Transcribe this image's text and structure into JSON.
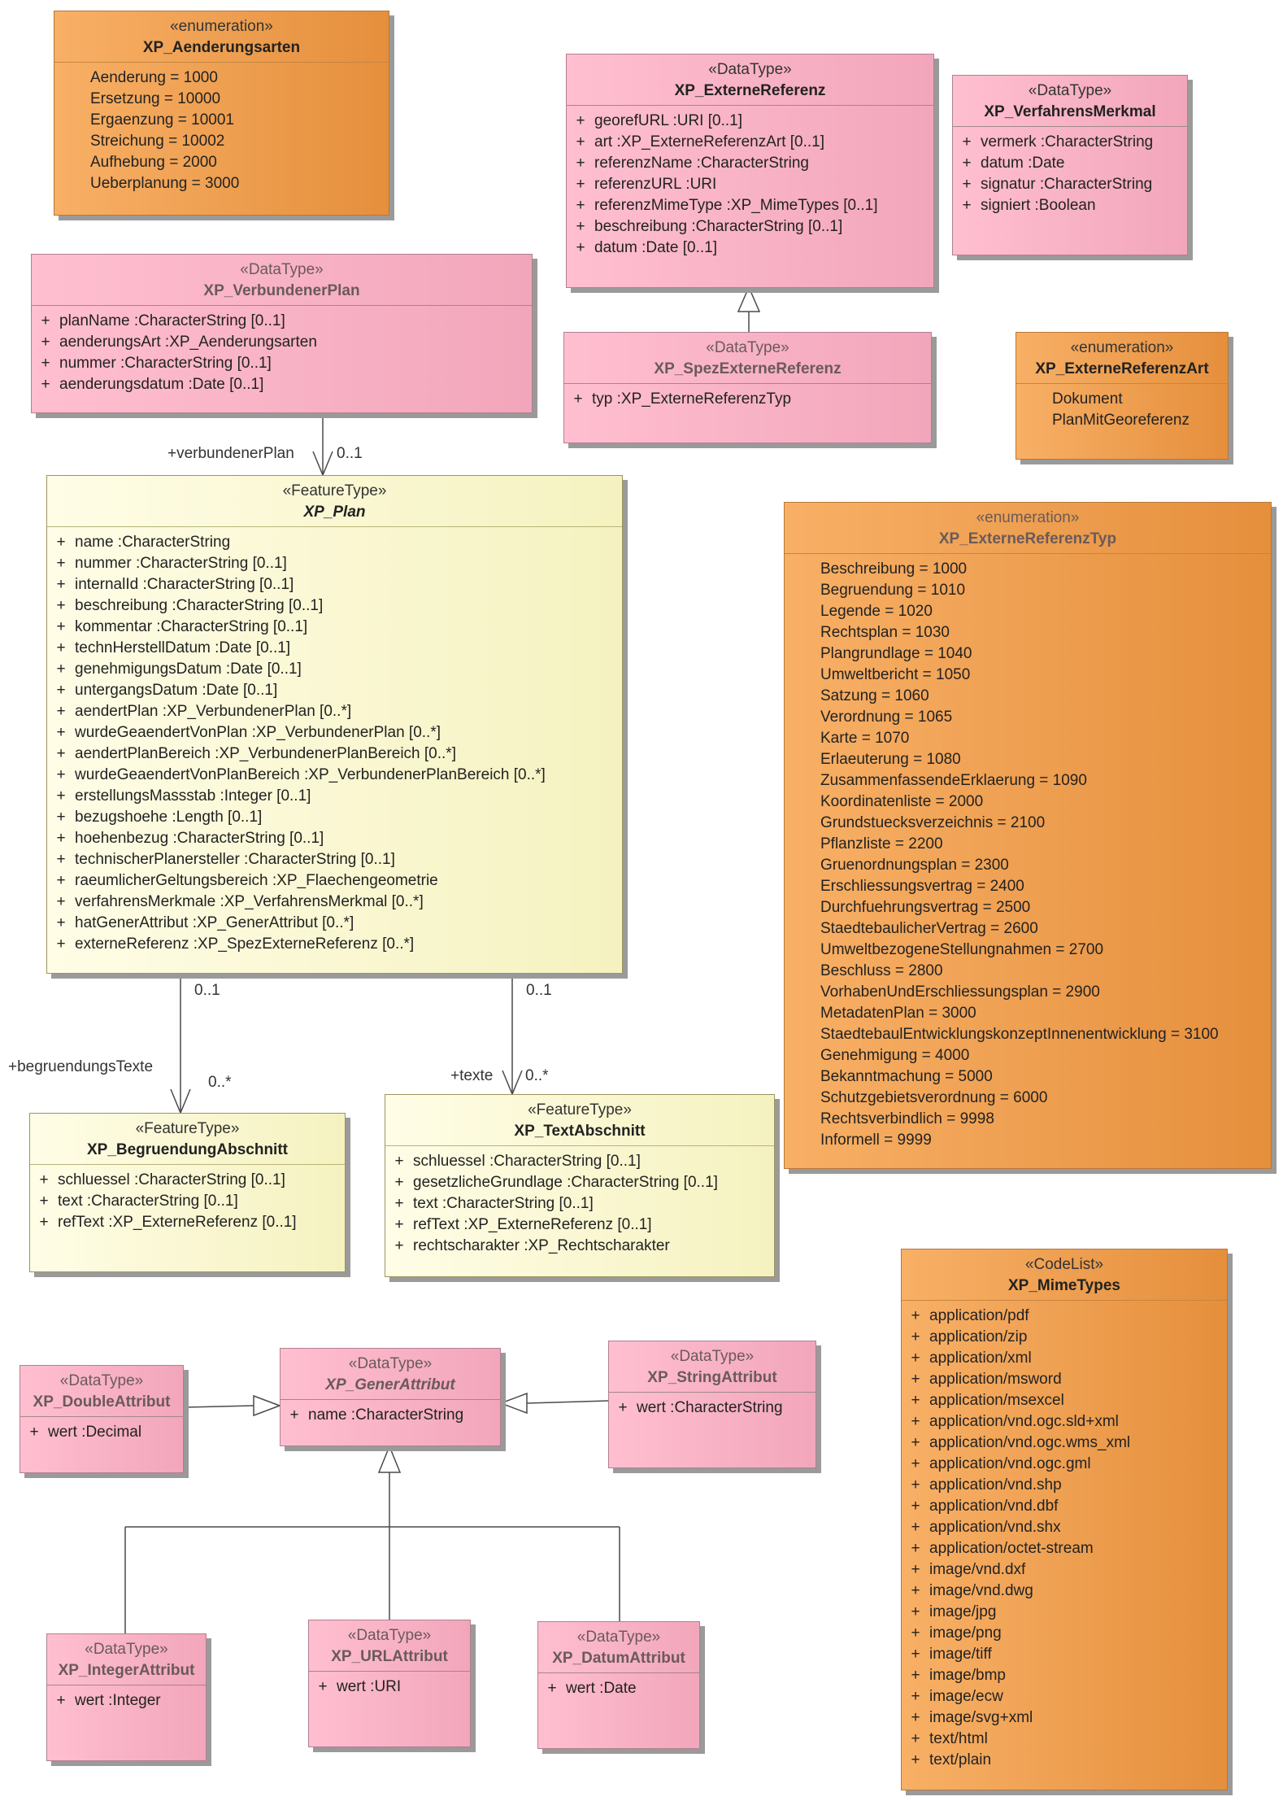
{
  "classes": {
    "aenderungsarten": {
      "stereotype": "«enumeration»",
      "name": "XP_Aenderungsarten",
      "literals": [
        "Aenderung = 1000",
        "Ersetzung = 10000",
        "Ergaenzung = 10001",
        "Streichung = 10002",
        "Aufhebung = 2000",
        "Ueberplanung = 3000"
      ]
    },
    "externeReferenz": {
      "stereotype": "«DataType»",
      "name": "XP_ExterneReferenz",
      "attributes": [
        {
          "vis": "+",
          "text": "georefURL  :URI [0..1]"
        },
        {
          "vis": "+",
          "text": "art  :XP_ExterneReferenzArt [0..1]"
        },
        {
          "vis": "+",
          "text": "referenzName  :CharacterString"
        },
        {
          "vis": "+",
          "text": "referenzURL  :URI"
        },
        {
          "vis": "+",
          "text": "referenzMimeType  :XP_MimeTypes [0..1]"
        },
        {
          "vis": "+",
          "text": "beschreibung  :CharacterString [0..1]"
        },
        {
          "vis": "+",
          "text": "datum  :Date [0..1]"
        }
      ]
    },
    "verfahrensMerkmal": {
      "stereotype": "«DataType»",
      "name": "XP_VerfahrensMerkmal",
      "attributes": [
        {
          "vis": "+",
          "text": "vermerk  :CharacterString"
        },
        {
          "vis": "+",
          "text": "datum  :Date"
        },
        {
          "vis": "+",
          "text": "signatur  :CharacterString"
        },
        {
          "vis": "+",
          "text": "signiert  :Boolean"
        }
      ]
    },
    "verbundenerPlan": {
      "stereotype": "«DataType»",
      "name": "XP_VerbundenerPlan",
      "attributes": [
        {
          "vis": "+",
          "text": "planName  :CharacterString [0..1]"
        },
        {
          "vis": "+",
          "text": "aenderungsArt  :XP_Aenderungsarten"
        },
        {
          "vis": "+",
          "text": "nummer  :CharacterString [0..1]"
        },
        {
          "vis": "+",
          "text": "aenderungsdatum  :Date [0..1]"
        }
      ]
    },
    "spezExterneReferenz": {
      "stereotype": "«DataType»",
      "name": "XP_SpezExterneReferenz",
      "attributes": [
        {
          "vis": "+",
          "text": "typ  :XP_ExterneReferenzTyp"
        }
      ]
    },
    "externeReferenzArt": {
      "stereotype": "«enumeration»",
      "name": "XP_ExterneReferenzArt",
      "literals": [
        "Dokument",
        "PlanMitGeoreferenz"
      ]
    },
    "plan": {
      "stereotype": "«FeatureType»",
      "name": "XP_Plan",
      "attributes": [
        {
          "vis": "+",
          "text": "name  :CharacterString"
        },
        {
          "vis": "+",
          "text": "nummer  :CharacterString [0..1]"
        },
        {
          "vis": "+",
          "text": "internalId  :CharacterString [0..1]"
        },
        {
          "vis": "+",
          "text": "beschreibung  :CharacterString [0..1]"
        },
        {
          "vis": "+",
          "text": "kommentar  :CharacterString [0..1]"
        },
        {
          "vis": "+",
          "text": "technHerstellDatum  :Date [0..1]"
        },
        {
          "vis": "+",
          "text": "genehmigungsDatum  :Date [0..1]"
        },
        {
          "vis": "+",
          "text": "untergangsDatum  :Date [0..1]"
        },
        {
          "vis": "+",
          "text": "aendertPlan  :XP_VerbundenerPlan [0..*]"
        },
        {
          "vis": "+",
          "text": "wurdeGeaendertVonPlan  :XP_VerbundenerPlan [0..*]"
        },
        {
          "vis": "+",
          "text": "aendertPlanBereich  :XP_VerbundenerPlanBereich [0..*]"
        },
        {
          "vis": "+",
          "text": "wurdeGeaendertVonPlanBereich  :XP_VerbundenerPlanBereich [0..*]"
        },
        {
          "vis": "+",
          "text": "erstellungsMassstab  :Integer [0..1]"
        },
        {
          "vis": "+",
          "text": "bezugshoehe  :Length [0..1]"
        },
        {
          "vis": "+",
          "text": "hoehenbezug  :CharacterString [0..1]"
        },
        {
          "vis": "+",
          "text": "technischerPlanersteller  :CharacterString [0..1]"
        },
        {
          "vis": "+",
          "text": "raeumlicherGeltungsbereich  :XP_Flaechengeometrie"
        },
        {
          "vis": "+",
          "text": "verfahrensMerkmale  :XP_VerfahrensMerkmal [0..*]"
        },
        {
          "vis": "+",
          "text": "hatGenerAttribut  :XP_GenerAttribut [0..*]"
        },
        {
          "vis": "+",
          "text": "externeReferenz  :XP_SpezExterneReferenz [0..*]"
        }
      ]
    },
    "externeReferenzTyp": {
      "stereotype": "«enumeration»",
      "name": "XP_ExterneReferenzTyp",
      "literals": [
        "Beschreibung = 1000",
        "Begruendung = 1010",
        "Legende = 1020",
        "Rechtsplan = 1030",
        "Plangrundlage = 1040",
        "Umweltbericht = 1050",
        "Satzung = 1060",
        "Verordnung = 1065",
        "Karte = 1070",
        "Erlaeuterung = 1080",
        "ZusammenfassendeErklaerung = 1090",
        "Koordinatenliste = 2000",
        "Grundstuecksverzeichnis = 2100",
        "Pflanzliste = 2200",
        "Gruenordnungsplan = 2300",
        "Erschliessungsvertrag = 2400",
        "Durchfuehrungsvertrag = 2500",
        "StaedtebaulicherVertrag = 2600",
        "UmweltbezogeneStellungnahmen = 2700",
        "Beschluss = 2800",
        "VorhabenUndErschliessungsplan = 2900",
        "MetadatenPlan = 3000",
        "StaedtebaulEntwicklungskonzeptInnenentwicklung = 3100",
        "Genehmigung = 4000",
        "Bekanntmachung = 5000",
        "Schutzgebietsverordnung = 6000",
        "Rechtsverbindlich = 9998",
        "Informell = 9999"
      ]
    },
    "begruendungAbschnitt": {
      "stereotype": "«FeatureType»",
      "name": "XP_BegruendungAbschnitt",
      "attributes": [
        {
          "vis": "+",
          "text": "schluessel  :CharacterString [0..1]"
        },
        {
          "vis": "+",
          "text": "text  :CharacterString [0..1]"
        },
        {
          "vis": "+",
          "text": "refText  :XP_ExterneReferenz [0..1]"
        }
      ]
    },
    "textAbschnitt": {
      "stereotype": "«FeatureType»",
      "name": "XP_TextAbschnitt",
      "attributes": [
        {
          "vis": "+",
          "text": "schluessel  :CharacterString [0..1]"
        },
        {
          "vis": "+",
          "text": "gesetzlicheGrundlage  :CharacterString [0..1]"
        },
        {
          "vis": "+",
          "text": "text  :CharacterString [0..1]"
        },
        {
          "vis": "+",
          "text": "refText  :XP_ExterneReferenz [0..1]"
        },
        {
          "vis": "+",
          "text": "rechtscharakter  :XP_Rechtscharakter"
        }
      ]
    },
    "mimeTypes": {
      "stereotype": "«CodeList»",
      "name": "XP_MimeTypes",
      "attributes": [
        {
          "vis": "+",
          "text": "application/pdf"
        },
        {
          "vis": "+",
          "text": "application/zip"
        },
        {
          "vis": "+",
          "text": "application/xml"
        },
        {
          "vis": "+",
          "text": "application/msword"
        },
        {
          "vis": "+",
          "text": "application/msexcel"
        },
        {
          "vis": "+",
          "text": "application/vnd.ogc.sld+xml"
        },
        {
          "vis": "+",
          "text": "application/vnd.ogc.wms_xml"
        },
        {
          "vis": "+",
          "text": "application/vnd.ogc.gml"
        },
        {
          "vis": "+",
          "text": "application/vnd.shp"
        },
        {
          "vis": "+",
          "text": "application/vnd.dbf"
        },
        {
          "vis": "+",
          "text": "application/vnd.shx"
        },
        {
          "vis": "+",
          "text": "application/octet-stream"
        },
        {
          "vis": "+",
          "text": "image/vnd.dxf"
        },
        {
          "vis": "+",
          "text": "image/vnd.dwg"
        },
        {
          "vis": "+",
          "text": "image/jpg"
        },
        {
          "vis": "+",
          "text": "image/png"
        },
        {
          "vis": "+",
          "text": "image/tiff"
        },
        {
          "vis": "+",
          "text": "image/bmp"
        },
        {
          "vis": "+",
          "text": "image/ecw"
        },
        {
          "vis": "+",
          "text": "image/svg+xml"
        },
        {
          "vis": "+",
          "text": "text/html"
        },
        {
          "vis": "+",
          "text": "text/plain"
        }
      ]
    },
    "doubleAttribut": {
      "stereotype": "«DataType»",
      "name": "XP_DoubleAttribut",
      "attributes": [
        {
          "vis": "+",
          "text": "wert  :Decimal"
        }
      ]
    },
    "generAttribut": {
      "stereotype": "«DataType»",
      "name": "XP_GenerAttribut",
      "attributes": [
        {
          "vis": "+",
          "text": "name  :CharacterString"
        }
      ]
    },
    "stringAttribut": {
      "stereotype": "«DataType»",
      "name": "XP_StringAttribut",
      "attributes": [
        {
          "vis": "+",
          "text": "wert  :CharacterString"
        }
      ]
    },
    "integerAttribut": {
      "stereotype": "«DataType»",
      "name": "XP_IntegerAttribut",
      "attributes": [
        {
          "vis": "+",
          "text": "wert  :Integer"
        }
      ]
    },
    "urlAttribut": {
      "stereotype": "«DataType»",
      "name": "XP_URLAttribut",
      "attributes": [
        {
          "vis": "+",
          "text": "wert  :URI"
        }
      ]
    },
    "datumAttribut": {
      "stereotype": "«DataType»",
      "name": "XP_DatumAttribut",
      "attributes": [
        {
          "vis": "+",
          "text": "wert  :Date"
        }
      ]
    }
  },
  "association_labels": {
    "verbundenerPlan_role": "+verbundenerPlan",
    "verbundenerPlan_mult": "0..1",
    "begruendung_source_mult": "0..1",
    "begruendung_role": "+begruendungsTexte",
    "begruendung_target_mult": "0..*",
    "texte_source_mult": "0..1",
    "texte_role": "+texte",
    "texte_target_mult": "0..*"
  }
}
